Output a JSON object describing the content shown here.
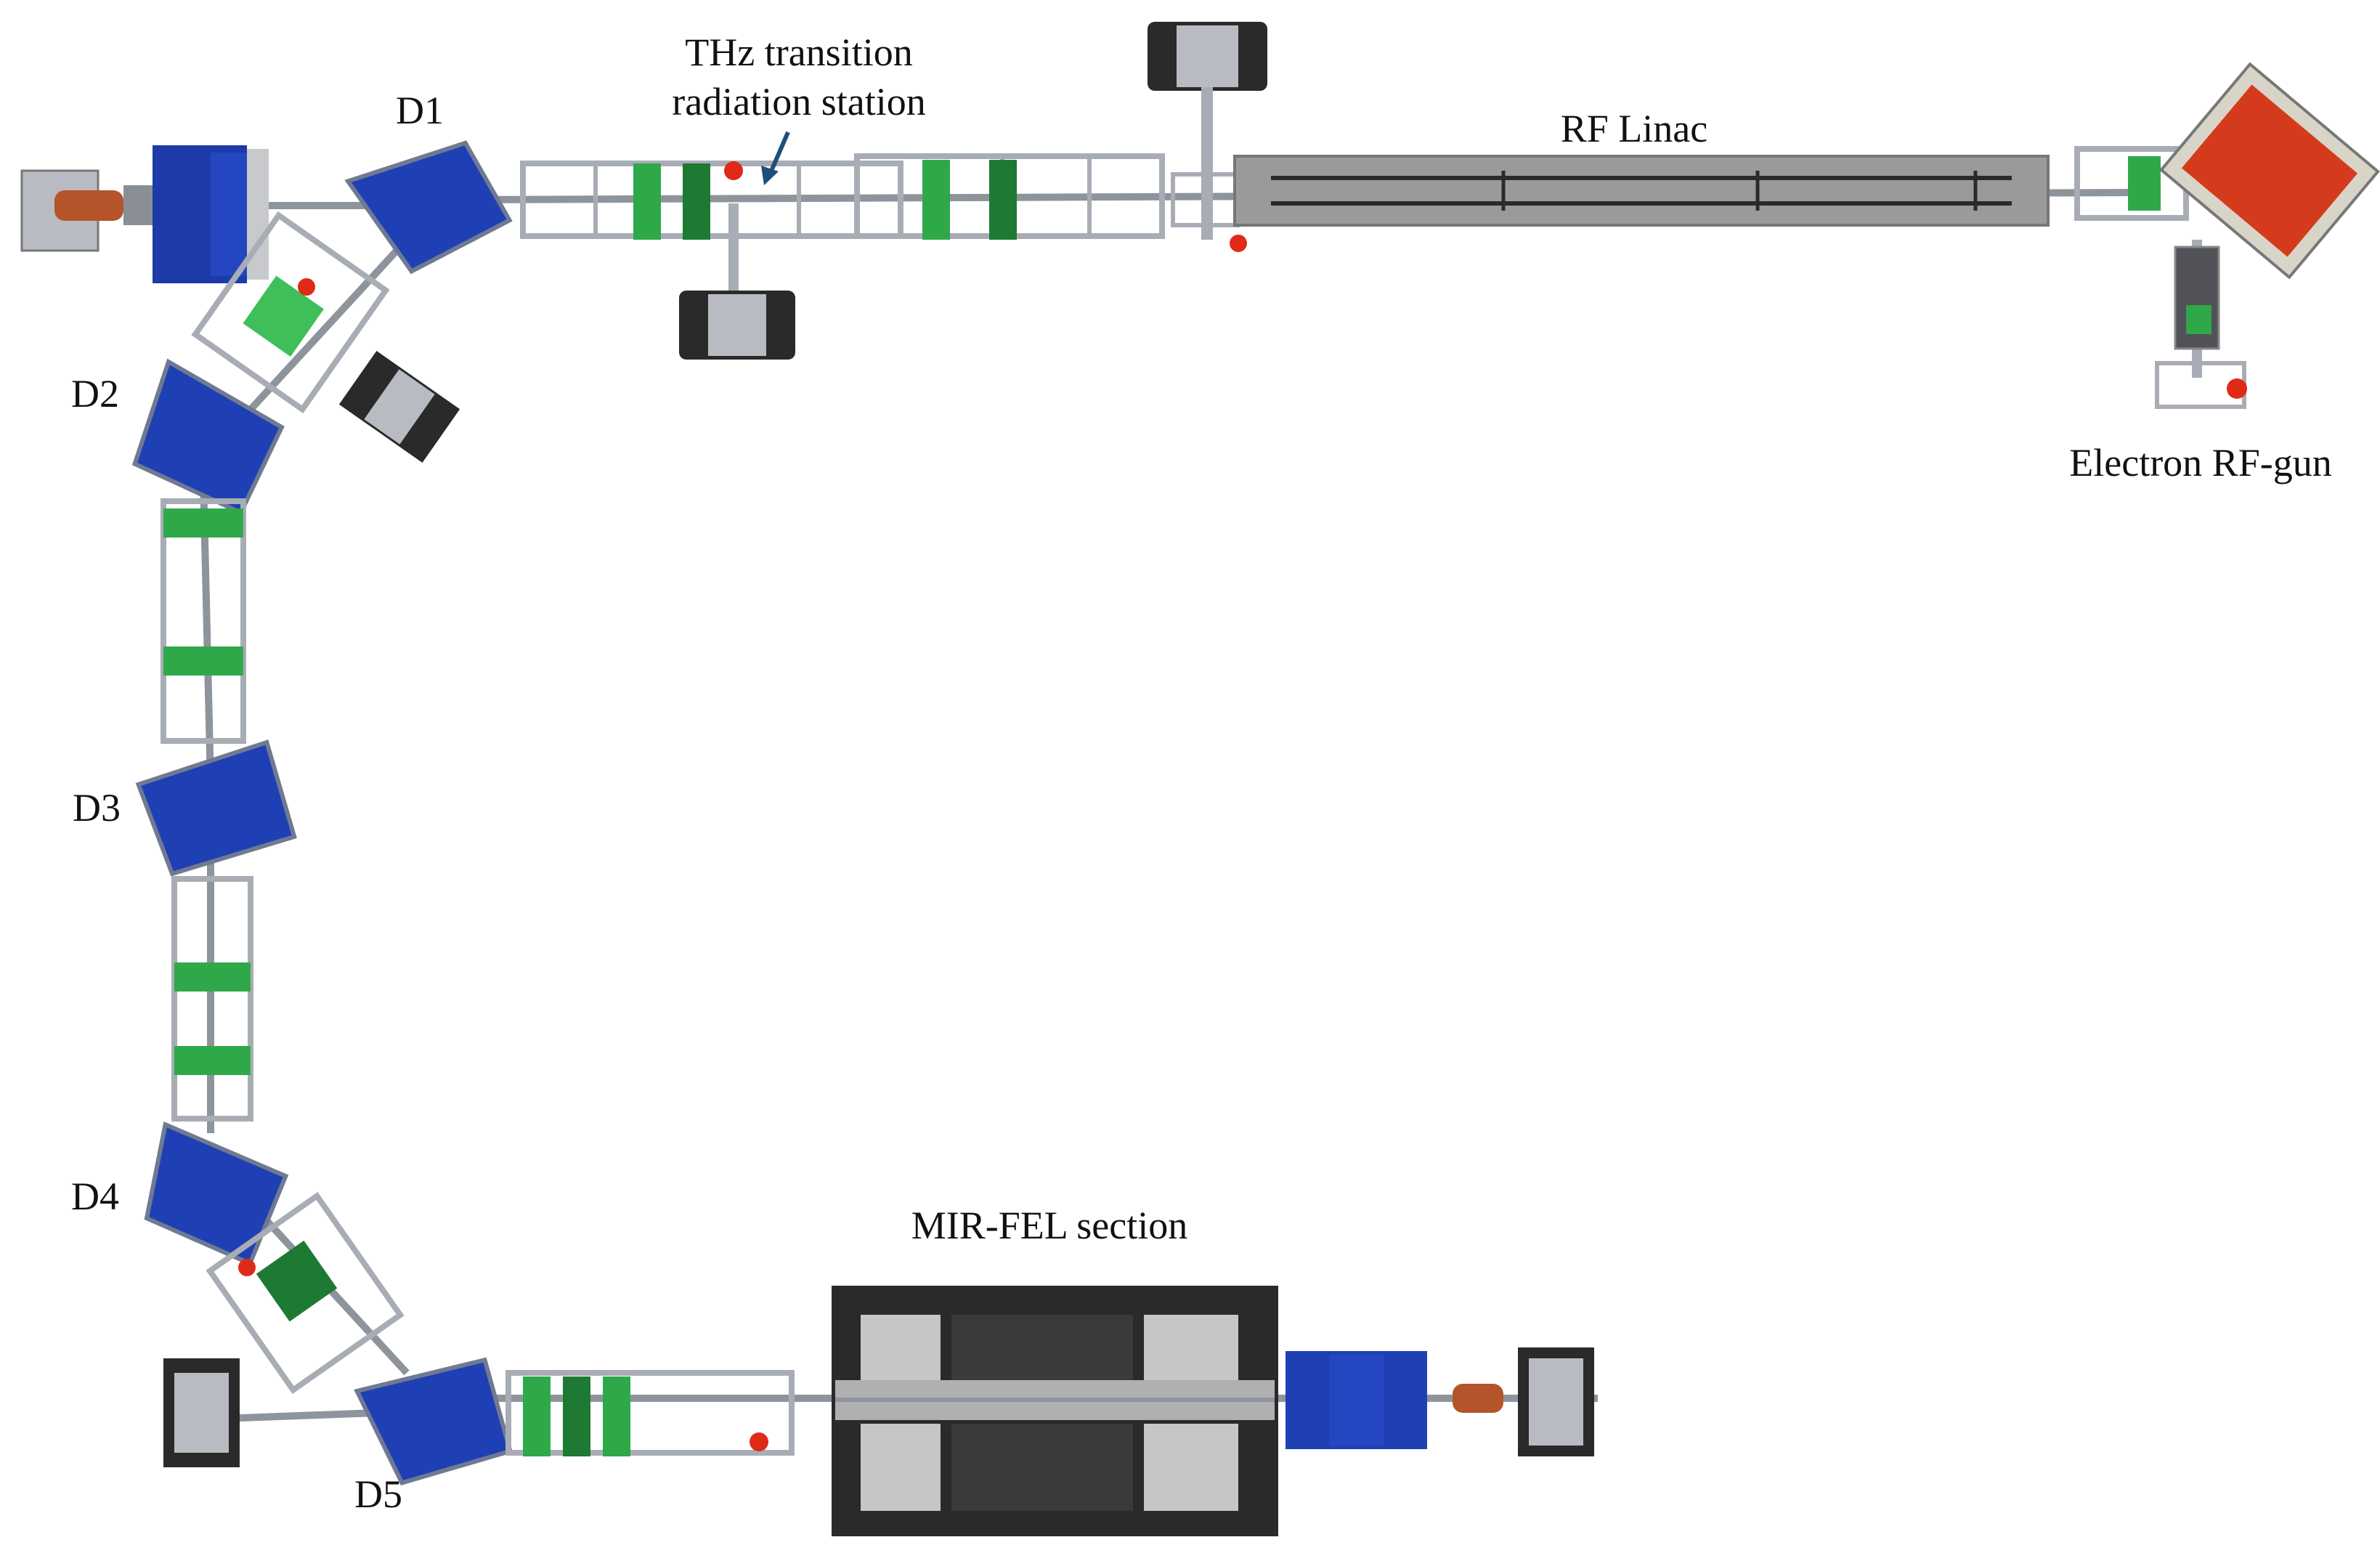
{
  "labels": {
    "thz_line1": "THz transition",
    "thz_line2": "radiation station",
    "rf_linac": "RF Linac",
    "electron_gun": "Electron RF-gun",
    "mir_fel": "MIR-FEL section",
    "d1": "D1",
    "d2": "D2",
    "d3": "D3",
    "d4": "D4",
    "d5": "D5"
  },
  "colors": {
    "dipole": "#1f3fb4",
    "dipole_dark": "#0f2a8a",
    "quadrupole": "#2fa84a",
    "quadrupole_dark": "#1e7a33",
    "frame": "#a8adb5",
    "beam_pipe": "#8e949c",
    "gun_solenoid": "#d43a1c",
    "marker": "#e02a18",
    "linac": "#9a9a9a",
    "undulator_frame": "#2a2a2a",
    "arrow": "#1f4e79"
  }
}
